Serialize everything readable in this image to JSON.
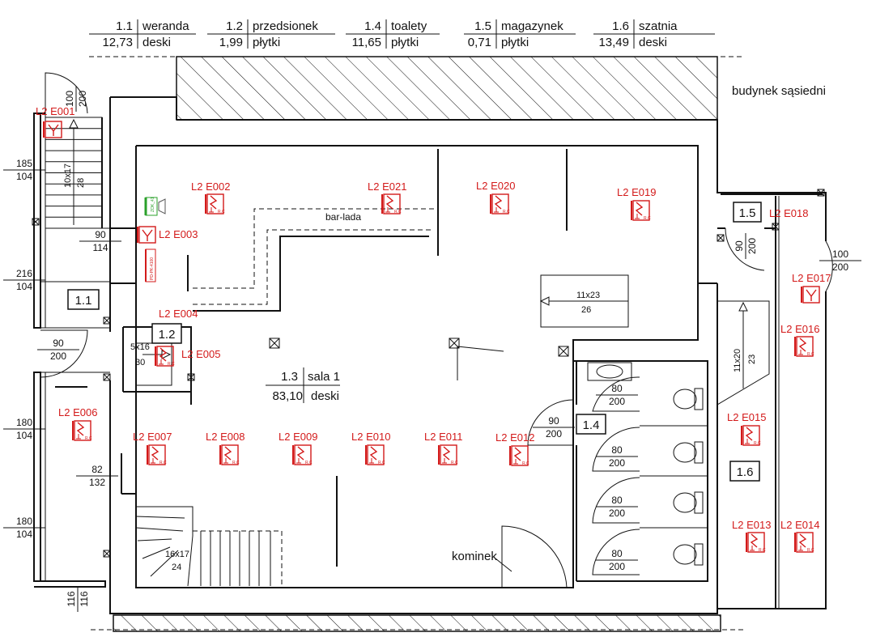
{
  "legend": [
    {
      "num": "1.1",
      "name": "weranda",
      "area": "12,73",
      "floor": "deski"
    },
    {
      "num": "1.2",
      "name": "przedsionek",
      "area": "1,99",
      "floor": "płytki"
    },
    {
      "num": "1.4",
      "name": "toalety",
      "area": "11,65",
      "floor": "płytki"
    },
    {
      "num": "1.5",
      "name": "magazynek",
      "area": "0,71",
      "floor": "płytki"
    },
    {
      "num": "1.6",
      "name": "szatnia",
      "area": "13,49",
      "floor": "deski"
    }
  ],
  "neighbor_label": "budynek sąsiedni",
  "main_room": {
    "num": "1.3",
    "name": "sala 1",
    "area": "83,10",
    "floor": "deski"
  },
  "bar_label": "bar-lada",
  "fireplace_label": "kominek",
  "room_tags": [
    "1.1",
    "1.2",
    "1.4",
    "1.5",
    "1.6"
  ],
  "stairs": [
    "10x17",
    "28",
    "11x23",
    "26",
    "11x20",
    "23",
    "5x16",
    "30",
    "16x17",
    "24"
  ],
  "dimensions": [
    {
      "top": "100",
      "bottom": "200"
    },
    {
      "top": "185",
      "bottom": "104"
    },
    {
      "top": "90",
      "bottom": "114"
    },
    {
      "top": "216",
      "bottom": "104"
    },
    {
      "top": "90",
      "bottom": "200"
    },
    {
      "top": "180",
      "bottom": "104"
    },
    {
      "top": "82",
      "bottom": "132"
    },
    {
      "top": "180",
      "bottom": "104"
    },
    {
      "top": "116",
      "bottom": "116"
    },
    {
      "top": "90",
      "bottom": "200"
    },
    {
      "top": "90",
      "bottom": "200"
    },
    {
      "top": "100",
      "bottom": "200"
    },
    {
      "top": "80",
      "bottom": "200"
    },
    {
      "top": "80",
      "bottom": "200"
    },
    {
      "top": "80",
      "bottom": "200"
    },
    {
      "top": "80",
      "bottom": "200"
    }
  ],
  "luminaires": [
    {
      "id": "L2 E001",
      "kind": "exit"
    },
    {
      "id": "L2 E002",
      "kind": "standard"
    },
    {
      "id": "L2 E003",
      "kind": "exit"
    },
    {
      "id": "L2 E004",
      "kind": "plain"
    },
    {
      "id": "L2 E005",
      "kind": "standard"
    },
    {
      "id": "L2 E006",
      "kind": "standard"
    },
    {
      "id": "L2 E007",
      "kind": "standard"
    },
    {
      "id": "L2 E008",
      "kind": "standard"
    },
    {
      "id": "L2 E009",
      "kind": "standard"
    },
    {
      "id": "L2 E010",
      "kind": "standard"
    },
    {
      "id": "L2 E011",
      "kind": "standard"
    },
    {
      "id": "L2 E012",
      "kind": "standard"
    },
    {
      "id": "L2 E013",
      "kind": "standard"
    },
    {
      "id": "L2 E014",
      "kind": "standard"
    },
    {
      "id": "L2 E015",
      "kind": "standard"
    },
    {
      "id": "L2 E016",
      "kind": "standard"
    },
    {
      "id": "L2 E017",
      "kind": "exit"
    },
    {
      "id": "L2 E018",
      "kind": "plain"
    },
    {
      "id": "L2 E019",
      "kind": "standard"
    },
    {
      "id": "L2 E020",
      "kind": "standard"
    },
    {
      "id": "L2 E021",
      "kind": "standard"
    }
  ],
  "fixture_code": "R.C",
  "sign_labels": {
    "green_sign": "ZOK_41",
    "red_sign": "PD-PK-4100"
  },
  "colors": {
    "emergency": "#d31a1a",
    "sign_green": "#2aa02a",
    "walls": "#111111"
  }
}
